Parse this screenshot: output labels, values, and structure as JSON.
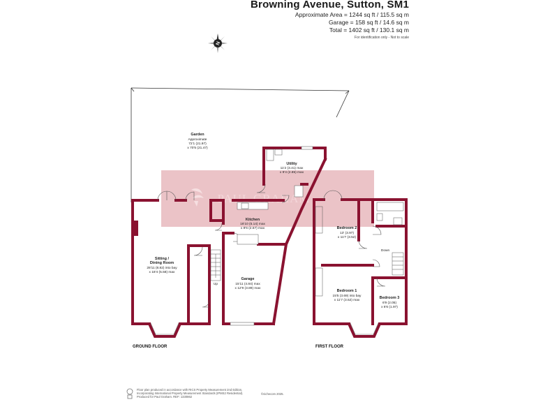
{
  "header": {
    "title": "Browning Avenue, Sutton, SM1",
    "area": "Approximate Area = 1244 sq ft / 115.5 sq m",
    "garage": "Garage = 158 sq ft / 14.6 sq m",
    "total": "Total = 1402 sq ft / 130.1 sq m",
    "note": "For identification only - Not to scale"
  },
  "compass": {
    "letter": "N",
    "icon": "compass-icon"
  },
  "watermark": {
    "text": "PAUL GRAHAM",
    "color": "#e8b9bd"
  },
  "colors": {
    "wall": "#8a1230",
    "watermark_band": "#e8b9bd"
  },
  "ground_floor": {
    "label": "GROUND FLOOR",
    "garden": {
      "name": "Garden",
      "l1": "Approximate",
      "l2": "72'1 (21.97)",
      "l3": "x 70'5 (21.47)"
    },
    "utility": {
      "name": "Utility",
      "l1": "11'2 (3.41) max",
      "l2": "x 9'4 (2.85) max"
    },
    "kitchen": {
      "name": "Kitchen",
      "l1": "16'10 (5.14) max",
      "l2": "x 8'6 (2.57) max"
    },
    "sitting": {
      "name1": "Sitting /",
      "name2": "Dining Room",
      "l1": "28'11 (8.82) into bay",
      "l2": "x 18'4 (5.58) max"
    },
    "garage": {
      "name": "Garage",
      "l1": "15'11 (4.84) max",
      "l2": "x 12'9 (3.89) max"
    },
    "stairs": "Up"
  },
  "first_floor": {
    "label": "FIRST FLOOR",
    "bed2": {
      "name": "Bedroom 2",
      "l1": "13' (3.97)",
      "l2": "x 11'7 (3.52)"
    },
    "bed1": {
      "name": "Bedroom 1",
      "l1": "15'5 (3.69) into bay",
      "l2": "x 11'7 (3.52) max"
    },
    "bed3": {
      "name": "Bedroom 3",
      "l1": "6'9 (2.05)",
      "l2": "x 6'6 (1.97)"
    },
    "stairs": "Down"
  },
  "footer": {
    "l1": "Floor plan produced in accordance with RICS Property Measurement 2nd Edition,",
    "l2": "Incorporating International Property Measurement Standards (IPMS2 Residential).",
    "copyright": "©nichecom 2025.",
    "l3": "Produced for Paul Graham.   REF: 1330862"
  }
}
